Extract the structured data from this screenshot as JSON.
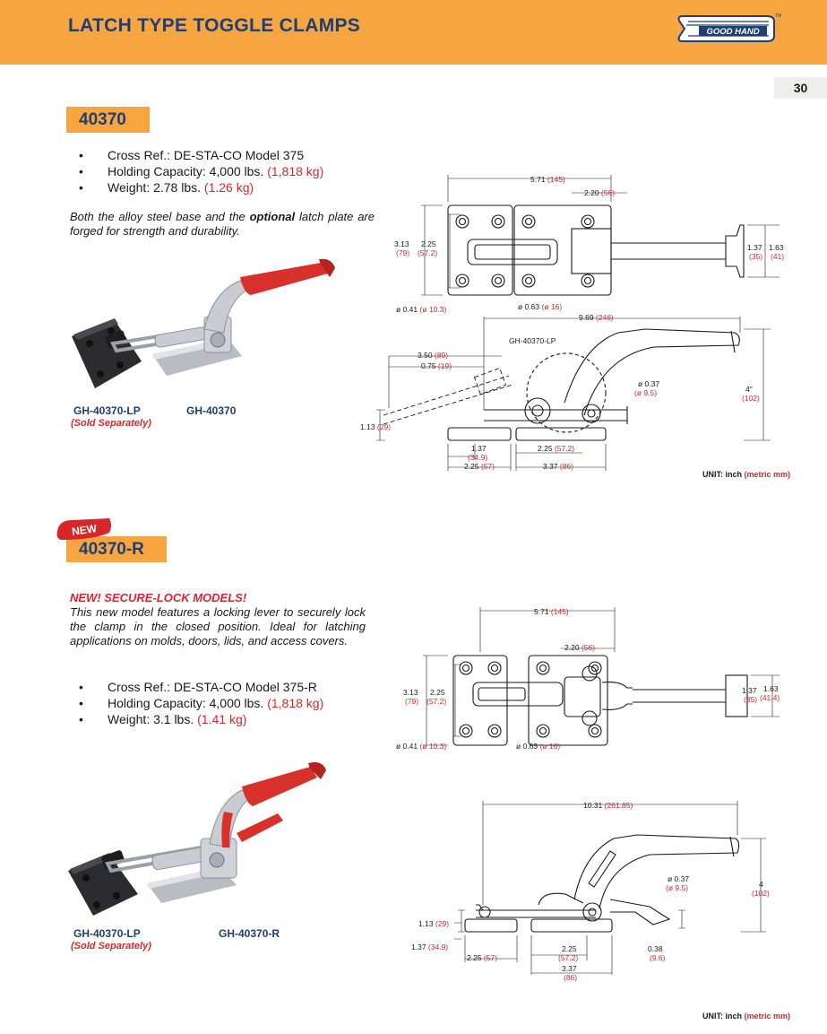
{
  "header": {
    "title": "LATCH TYPE TOGGLE CLAMPS",
    "logo_text": "GOOD HAND",
    "trademark": "TM"
  },
  "page_number": "30",
  "section1": {
    "model": "40370",
    "specs": [
      {
        "label": "Cross Ref.: DE-STA-CO Model 375",
        "metric": ""
      },
      {
        "label": "Holding Capacity: 4,000 lbs.",
        "metric": "(1,818 kg)"
      },
      {
        "label": "Weight: 2.78 lbs.",
        "metric": "(1.26 kg)"
      }
    ],
    "description_pre": "Both the alloy steel base and the ",
    "description_em": "optional",
    "description_post": " latch plate are forged for strength and durability.",
    "part_left": "GH-40370-LP",
    "part_left_note": "(Sold Separately)",
    "part_right": "GH-40370",
    "unit_label": "UNIT: inch",
    "unit_metric": "(metric mm)",
    "top_dims": {
      "d1": "5.71",
      "d1m": "(145)",
      "d2": "2.20",
      "d2m": "(56)",
      "d3": "3.13",
      "d3m": "(79)",
      "d4": "2.25",
      "d4m": "(57.2)",
      "d5": "1.37",
      "d5m": "(35)",
      "d6": "1.63",
      "d6m": "(41)",
      "d7": "ø 0.41",
      "d7m": "(ø 10.3)",
      "d8": "ø 0.63",
      "d8m": "(ø 16)"
    },
    "side_dims": {
      "d1": "9.69",
      "d1m": "(246)",
      "label": "GH-40370-LP",
      "d2": "3.50",
      "d2m": "(89)",
      "d3": "0.75",
      "d3m": "(19)",
      "d4": "ø 0.37",
      "d4m": "(ø 9.5)",
      "d5": "4\"",
      "d5m": "(102)",
      "d6": "1.13",
      "d6m": "(29)",
      "d7": "1.37",
      "d7m": "(34.9)",
      "d8": "2.25",
      "d8m": "(57.2)",
      "d9": "2.25",
      "d9m": "(57)",
      "d10": "3.37",
      "d10m": "(86)"
    }
  },
  "section2": {
    "badge_new": "NEW",
    "model": "40370-R",
    "heading": "NEW! SECURE-LOCK MODELS!",
    "description": "This new model features a locking lever to securely lock the clamp in the closed position. Ideal for latching applications on molds, doors, lids, and access covers.",
    "specs": [
      {
        "label": "Cross Ref.: DE-STA-CO Model 375-R",
        "metric": ""
      },
      {
        "label": "Holding Capacity: 4,000 lbs.",
        "metric": "(1,818 kg)"
      },
      {
        "label": "Weight: 3.1 lbs.",
        "metric": "(1.41 kg)"
      }
    ],
    "part_left": "GH-40370-LP",
    "part_left_note": "(Sold Separately)",
    "part_right": "GH-40370-R",
    "unit_label": "UNIT: inch",
    "unit_metric": "(metric mm)",
    "top_dims": {
      "d1": "5.71",
      "d1m": "(145)",
      "d2": "2.20",
      "d2m": "(56)",
      "d3": "3.13",
      "d3m": "(79)",
      "d4": "2.25",
      "d4m": "(57.2)",
      "d5": "1.37",
      "d5m": "(35)",
      "d6": "1.63",
      "d6m": "(41.4)",
      "d7": "ø 0.41",
      "d7m": "(ø 10.3)",
      "d8": "ø 0.63",
      "d8m": "(ø 16)"
    },
    "side_dims": {
      "d1": "10.31",
      "d1m": "(261.85)",
      "d2": "ø 0.37",
      "d2m": "(ø 9.5)",
      "d3": "4",
      "d3m": "(102)",
      "d4": "1.13",
      "d4m": "(29)",
      "d5": "1.37",
      "d5m": "(34.9)",
      "d6": "2.25",
      "d6m": "(57)",
      "d7": "2.25",
      "d7m": "(57.2)",
      "d8": "3.37",
      "d8m": "(86)",
      "d9": "0.38",
      "d9m": "(9.6)"
    }
  },
  "colors": {
    "orange": "#f7a541",
    "navy": "#1f3f73",
    "red": "#d7272b",
    "handle_red": "#d8312c",
    "steel": "#c9ccd2",
    "base_black": "#2c2c2e"
  }
}
